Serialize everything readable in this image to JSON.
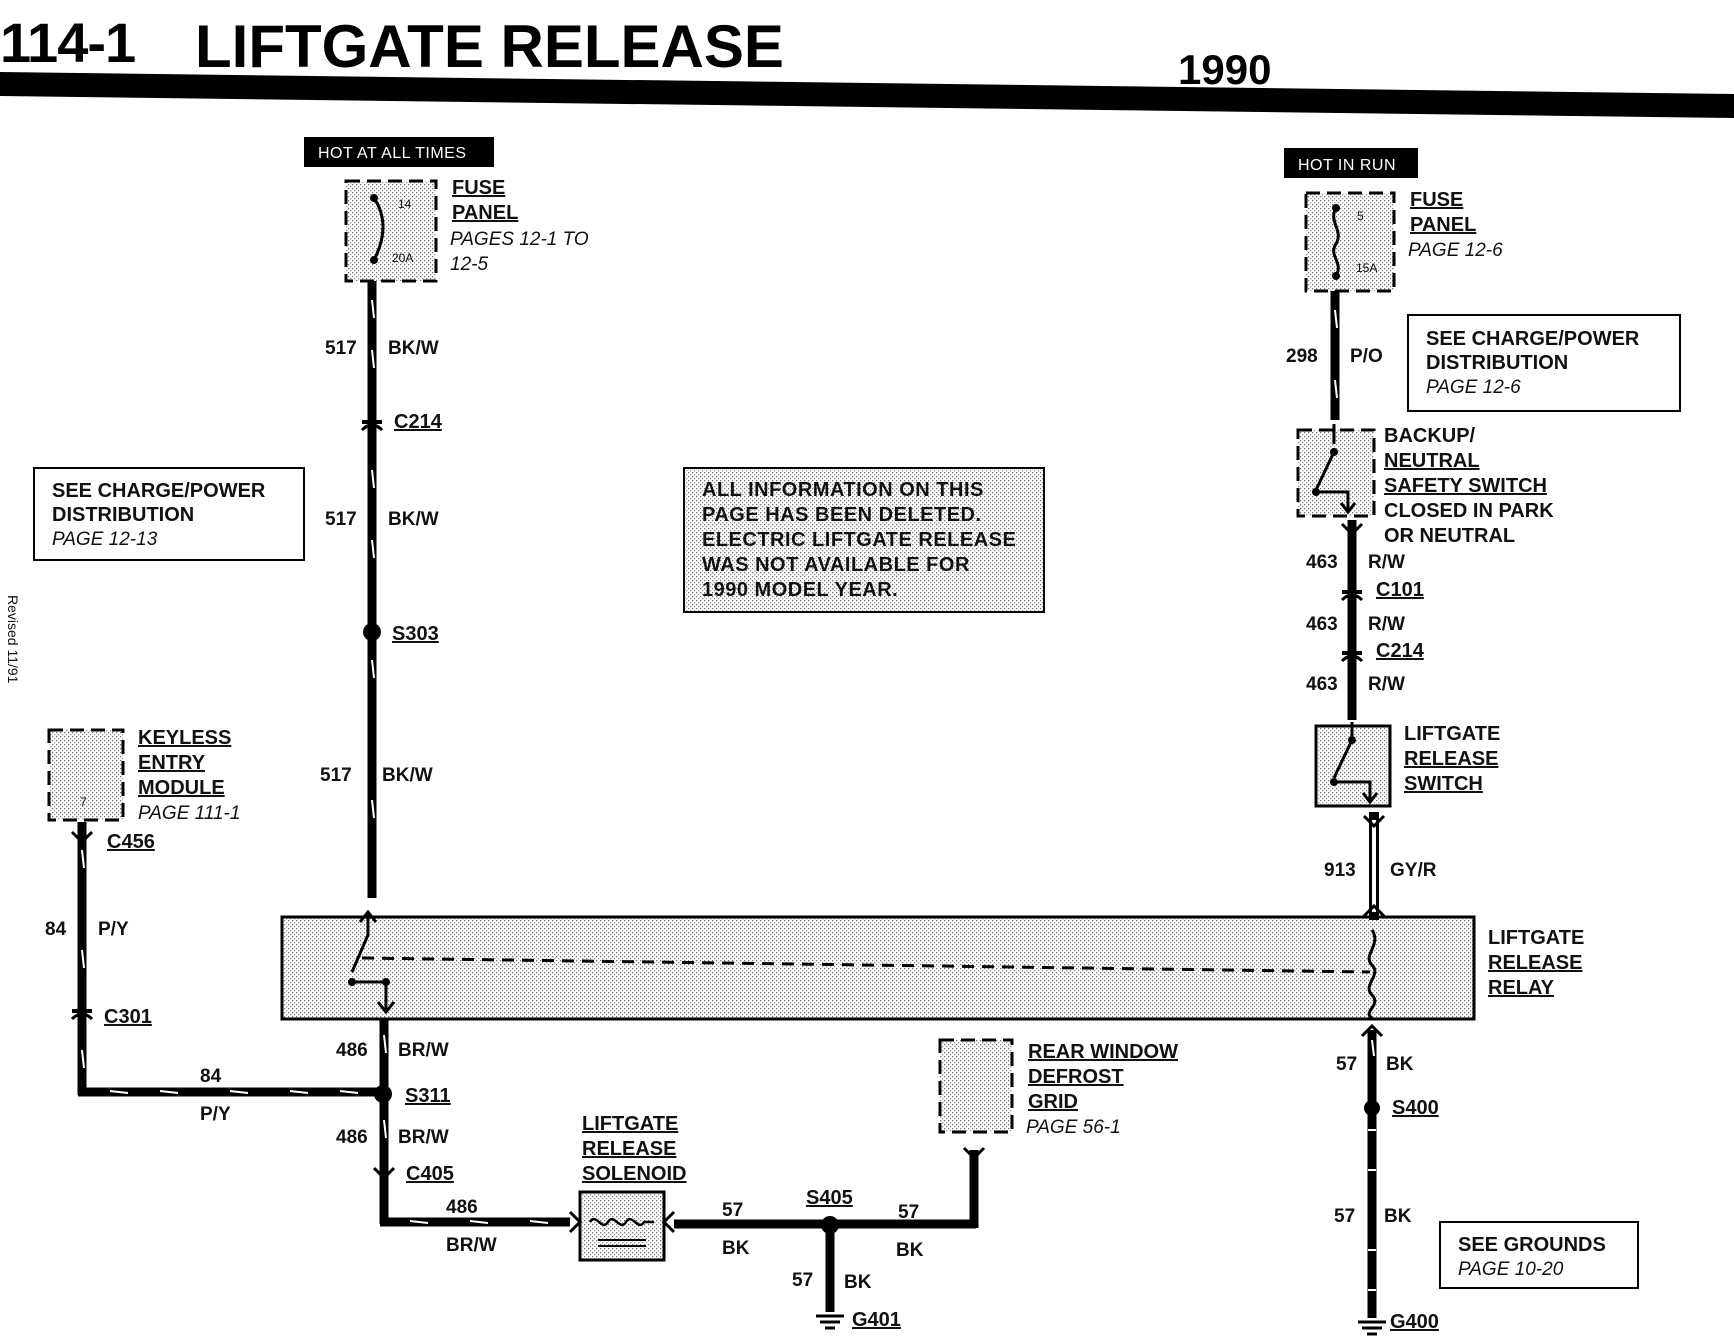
{
  "header": {
    "page_number": "114-1",
    "title": "LIFTGATE RELEASE",
    "year": "1990"
  },
  "side_note": "Revised 11/91",
  "power": {
    "left_label": "HOT AT ALL TIMES",
    "right_label": "HOT IN RUN"
  },
  "fuse_left": {
    "number": "14",
    "rating": "20A",
    "title_1": "FUSE",
    "title_2": "PANEL",
    "page_1": "PAGES 12-1 TO",
    "page_2": "12-5"
  },
  "fuse_right": {
    "number": "5",
    "rating": "15A",
    "title_1": "FUSE",
    "title_2": "PANEL",
    "page": "PAGE 12-6"
  },
  "notes": {
    "left": {
      "line1": "SEE CHARGE/POWER",
      "line2": "DISTRIBUTION",
      "page": "PAGE 12-13"
    },
    "right": {
      "line1": "SEE CHARGE/POWER",
      "line2": "DISTRIBUTION",
      "page": "PAGE 12-6"
    },
    "grounds": {
      "line1": "SEE GROUNDS",
      "page": "PAGE 10-20"
    },
    "deleted": [
      "ALL INFORMATION ON THIS",
      "PAGE HAS BEEN DELETED.",
      "ELECTRIC LIFTGATE RELEASE",
      "WAS NOT AVAILABLE FOR",
      "1990 MODEL YEAR."
    ]
  },
  "components": {
    "keyless": {
      "pin": "7",
      "line1": "KEYLESS",
      "line2": "ENTRY",
      "line3": "MODULE",
      "page": "PAGE 111-1"
    },
    "safety_switch": {
      "line1": "BACKUP/",
      "line2": "NEUTRAL",
      "line3": "SAFETY SWITCH",
      "line4": "CLOSED IN PARK",
      "line5": "OR NEUTRAL"
    },
    "release_switch": {
      "line1": "LIFTGATE",
      "line2": "RELEASE",
      "line3": "SWITCH"
    },
    "relay": {
      "line1": "LIFTGATE",
      "line2": "RELEASE",
      "line3": "RELAY"
    },
    "solenoid": {
      "line1": "LIFTGATE",
      "line2": "RELEASE",
      "line3": "SOLENOID"
    },
    "defrost": {
      "line1": "REAR WINDOW",
      "line2": "DEFROST",
      "line3": "GRID",
      "page": "PAGE 56-1"
    }
  },
  "connectors": {
    "c214_left": "C214",
    "s303": "S303",
    "c456": "C456",
    "c301": "C301",
    "s311": "S311",
    "c405": "C405",
    "s405": "S405",
    "g401": "G401",
    "c101": "C101",
    "c214_right": "C214",
    "s400": "S400",
    "g400": "G400"
  },
  "wires": {
    "w517a": {
      "circuit": "517",
      "color": "BK/W"
    },
    "w517b": {
      "circuit": "517",
      "color": "BK/W"
    },
    "w517c": {
      "circuit": "517",
      "color": "BK/W"
    },
    "w298": {
      "circuit": "298",
      "color": "P/O"
    },
    "w463a": {
      "circuit": "463",
      "color": "R/W"
    },
    "w463b": {
      "circuit": "463",
      "color": "R/W"
    },
    "w463c": {
      "circuit": "463",
      "color": "R/W"
    },
    "w913": {
      "circuit": "913",
      "color": "GY/R"
    },
    "w84a": {
      "circuit": "84",
      "color": "P/Y"
    },
    "w84b": {
      "circuit": "84",
      "color": "P/Y"
    },
    "w486a": {
      "circuit": "486",
      "color": "BR/W"
    },
    "w486b": {
      "circuit": "486",
      "color": "BR/W"
    },
    "w486c": {
      "circuit": "486",
      "color": "BR/W"
    },
    "w57a": {
      "circuit": "57",
      "color": "BK"
    },
    "w57b": {
      "circuit": "57",
      "color": "BK"
    },
    "w57c": {
      "circuit": "57",
      "color": "BK"
    },
    "w57d": {
      "circuit": "57",
      "color": "BK"
    },
    "w57e": {
      "circuit": "57",
      "color": "BK"
    }
  }
}
